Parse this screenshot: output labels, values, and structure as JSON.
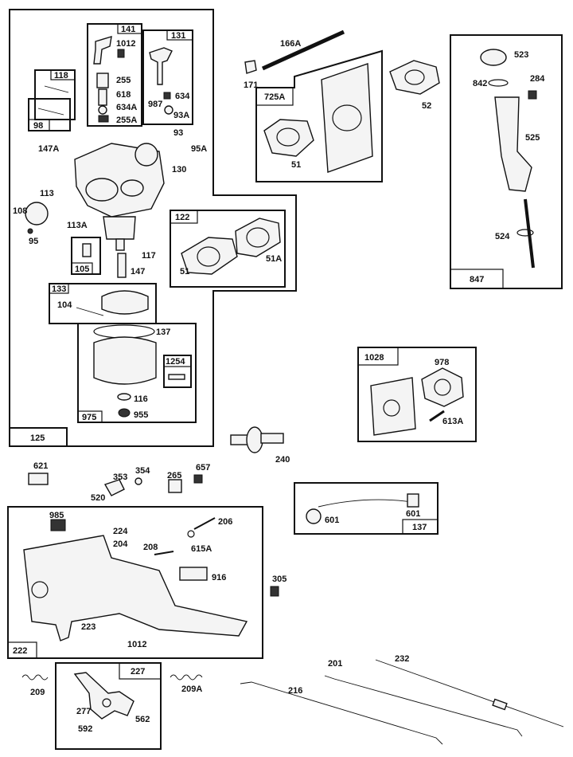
{
  "groups": {
    "g125": "125",
    "g141": "141",
    "g131": "131",
    "g118": "118",
    "g98": "98",
    "g105": "105",
    "g133": "133",
    "g975": "975",
    "g1254": "1254",
    "g122": "122",
    "g725A": "725A",
    "g847": "847",
    "g1028": "1028",
    "g137": "137",
    "g222": "222",
    "g227": "227"
  },
  "parts": {
    "p1012a": "1012",
    "p255": "255",
    "p618": "618",
    "p634A": "634A",
    "p255A": "255A",
    "p634": "634",
    "p987": "987",
    "p93A": "93A",
    "p93": "93",
    "p95A": "95A",
    "p130": "130",
    "p147A": "147A",
    "p113": "113",
    "p108": "108",
    "p95": "95",
    "p113A": "113A",
    "p117": "117",
    "p147": "147",
    "p104": "104",
    "p137a": "137",
    "p116": "116",
    "p955": "955",
    "p166A": "166A",
    "p171": "171",
    "p52": "52",
    "p51a": "51",
    "p51b": "51",
    "p51A": "51A",
    "p523": "523",
    "p842": "842",
    "p284": "284",
    "p525": "525",
    "p524": "524",
    "p978": "978",
    "p613A": "613A",
    "p240": "240",
    "p621": "621",
    "p353": "353",
    "p354": "354",
    "p265": "265",
    "p657": "657",
    "p520": "520",
    "p601a": "601",
    "p601b": "601",
    "p985": "985",
    "p224": "224",
    "p204": "204",
    "p208": "208",
    "p206": "206",
    "p615A": "615A",
    "p916": "916",
    "p305": "305",
    "p223": "223",
    "p1012b": "1012",
    "p201": "201",
    "p232": "232",
    "p209": "209",
    "p209A": "209A",
    "p216": "216",
    "p277": "277",
    "p562": "562",
    "p592": "592"
  }
}
